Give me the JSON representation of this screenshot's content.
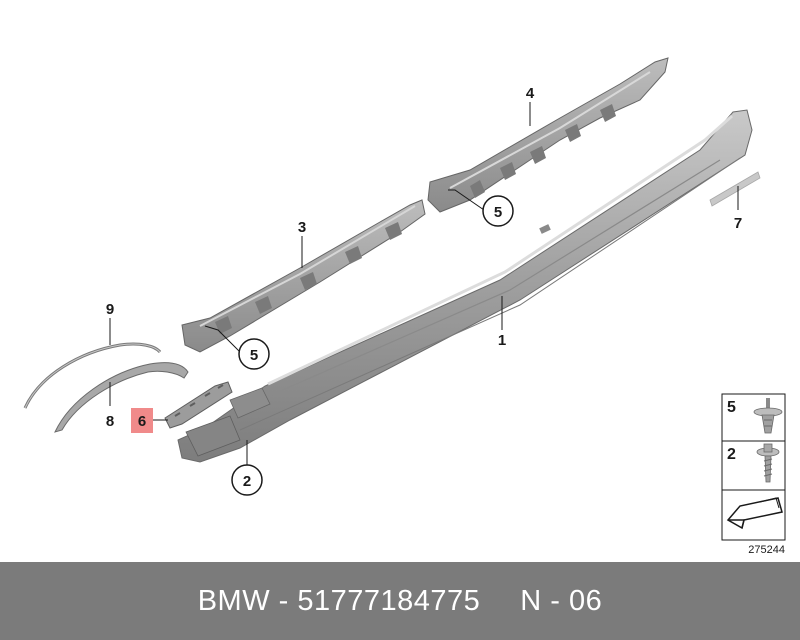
{
  "colors": {
    "part_fill": "#9a9a9a",
    "part_dark": "#6e6e6e",
    "part_light": "#c4c4c4",
    "highlight": "#f08a8a",
    "footer_bg": "#7b7b7b",
    "footer_text": "#ffffff"
  },
  "callouts": {
    "c1": "1",
    "c2": "2",
    "c3": "3",
    "c4": "4",
    "c5a": "5",
    "c5b": "5",
    "c6": "6",
    "c7": "7",
    "c8": "8",
    "c9": "9"
  },
  "inset": {
    "item_5": "5",
    "item_2": "2",
    "reference": "275244"
  },
  "footer": {
    "brand": "BMW",
    "separator1": " - ",
    "part_number": "51777184775",
    "code": "N - 06"
  }
}
